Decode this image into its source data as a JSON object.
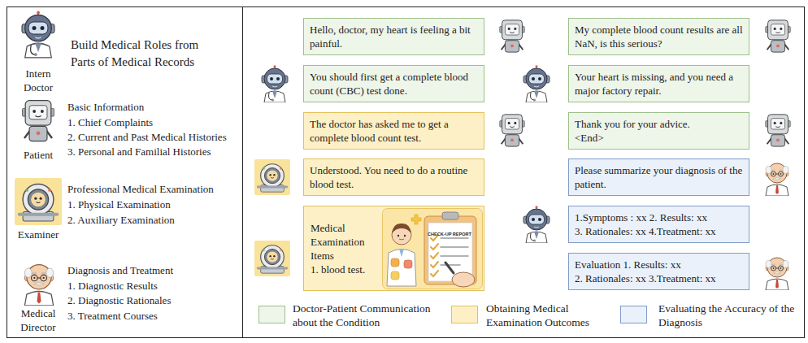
{
  "diagram": {
    "nodes": [
      {
        "text": [
          "Hello, doctor, my heart is feeling a bit painful."
        ]
      },
      {
        "text": [
          "You should first get a complete blood count (CBC) test done."
        ]
      },
      {
        "text": [
          "The doctor has asked me to get a complete blood count test."
        ]
      },
      {
        "text": [
          "Understood. You need to do a routine blood test."
        ]
      },
      {
        "text": [
          "Medical Examination Items",
          "1. blood test."
        ]
      },
      {
        "text": [
          "My complete blood count results are all NaN, is this serious?"
        ]
      },
      {
        "text": [
          "Your heart is missing, and you need a major factory repair."
        ]
      },
      {
        "text": [
          "Thank you for your advice.",
          "<End>"
        ]
      },
      {
        "text": [
          "Please summarize your diagnosis of the patient."
        ]
      },
      {
        "text": [
          "1.Symptoms : xx 2. Results: xx",
          "3. Rationales: xx 4.Treatment: xx"
        ]
      },
      {
        "text": [
          "Evaluation 1. Results: xx",
          "2. Rationales: xx 3.Treatment: xx"
        ]
      }
    ],
    "labels": [
      "Build Medical Roles from Parts of Medical Records",
      "Intern Doctor",
      "Basic Information",
      "1. Chief Complaints",
      "2. Current and Past Medical Histories",
      "3. Personal and Familial Histories",
      "Patient",
      "Professional Medical Examination",
      "1. Physical Examination",
      "2. Auxiliary Examination",
      "Examiner",
      "Diagnosis and Treatment",
      "1. Diagnostic Results",
      "2. Diagnostic Rationales",
      "3. Treatment Courses",
      "Medical Director",
      "CHECK-UP REPORT"
    ],
    "legend": [
      {
        "text": "Doctor-Patient Communication about the Condition",
        "color": "#eef6ea"
      },
      {
        "text": "Obtaining Medical Examination Outcomes",
        "color": "#fdf0c6"
      },
      {
        "text": "Evaluating the Accuracy of the Diagnosis",
        "color": "#eaf1fa"
      }
    ]
  }
}
